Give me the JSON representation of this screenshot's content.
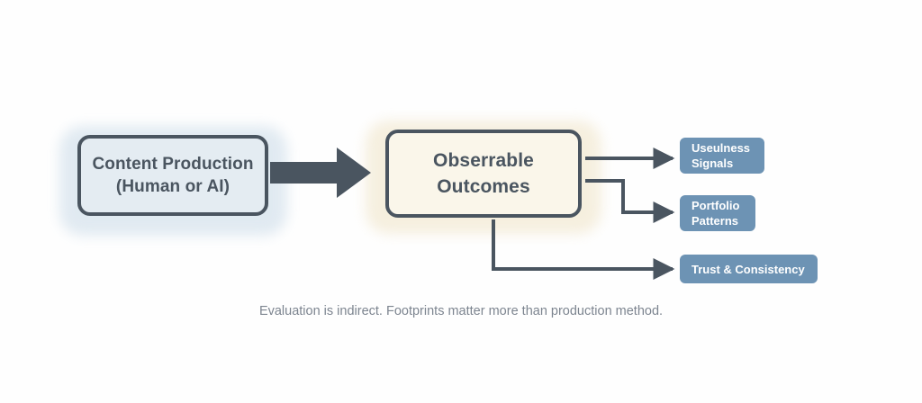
{
  "diagram": {
    "background_color": "#fefefe",
    "ink_color": "#4a5560",
    "chip_color": "#6d93b4",
    "source_fill": "#e4ecf2",
    "outcome_fill": "#faf6ea",
    "nodes": [
      {
        "id": "content-production",
        "line1": "Content Production",
        "line2": "(Human or AI)"
      },
      {
        "id": "observable-outcomes",
        "line1": "Obserrable",
        "line2": "Outcomes"
      }
    ],
    "chips": [
      {
        "id": "usefulness-signals",
        "line1": "Useulness",
        "line2": "Signals"
      },
      {
        "id": "portfolio-patterns",
        "line1": "Portfolio",
        "line2": "Patterns"
      },
      {
        "id": "trust-consistency",
        "line1": "Trust & Consistency",
        "line2": ""
      }
    ],
    "caption": "Evaluation is indirect. Footprints matter more than production method."
  }
}
